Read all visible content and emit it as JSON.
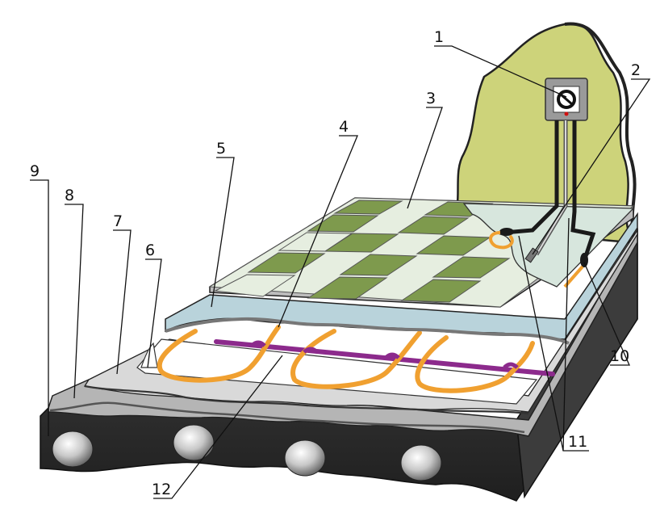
{
  "callouts": [
    {
      "id": "c1",
      "label": "1"
    },
    {
      "id": "c2",
      "label": "2"
    },
    {
      "id": "c3",
      "label": "3"
    },
    {
      "id": "c4",
      "label": "4"
    },
    {
      "id": "c5",
      "label": "5"
    },
    {
      "id": "c6",
      "label": "6"
    },
    {
      "id": "c7",
      "label": "7"
    },
    {
      "id": "c8",
      "label": "8"
    },
    {
      "id": "c9",
      "label": "9"
    },
    {
      "id": "c10",
      "label": "10"
    },
    {
      "id": "c11",
      "label": "11"
    },
    {
      "id": "c12",
      "label": "12"
    }
  ],
  "colors": {
    "wall": "#cdd37a",
    "tile_dark": "#7e9a4d",
    "tile_light": "#e6eee0",
    "screed": "#b9d3db",
    "slab": "#3a3a3a",
    "heating_cable": "#f0a030",
    "mounting_tape": "#8c2a8c",
    "thermostat": "#9a9a9a"
  }
}
